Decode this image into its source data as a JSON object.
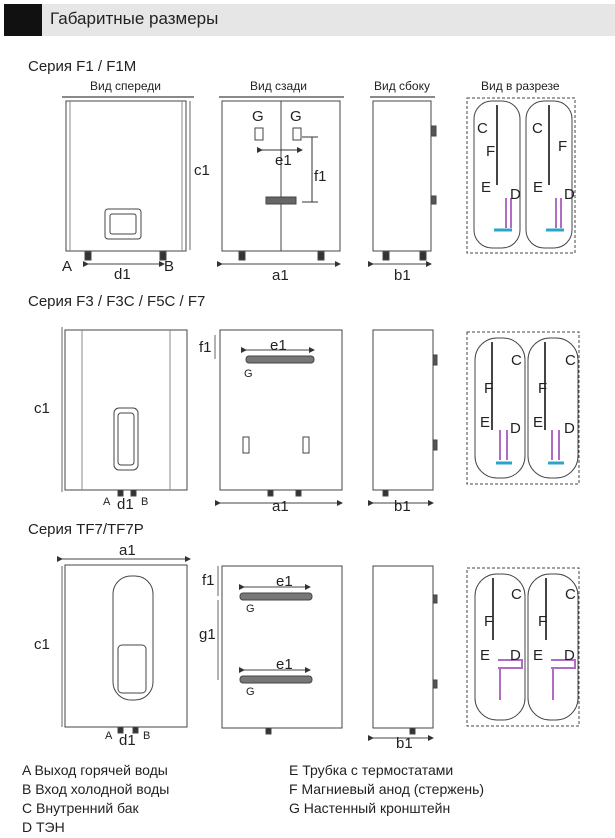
{
  "header": {
    "title": "Габаритные размеры"
  },
  "series": [
    {
      "name": "Серия F1 / F1M"
    },
    {
      "name": "Серия F3 / F3C / F5C / F7"
    },
    {
      "name": "Серия TF7/TF7P"
    }
  ],
  "view_labels": {
    "front": "Вид спереди",
    "back": "Вид сзади",
    "side": "Вид сбоку",
    "section": "Вид в разрезе"
  },
  "dims": {
    "a1": "a1",
    "b1": "b1",
    "c1": "c1",
    "d1": "d1",
    "e1": "e1",
    "f1": "f1",
    "g1": "g1",
    "A": "A",
    "B": "B",
    "C": "C",
    "D": "D",
    "E": "E",
    "F": "F",
    "G": "G"
  },
  "legend": {
    "A": "A Выход горячей воды",
    "B": "B Вход холодной воды",
    "C": "C Внутренний бак",
    "D": "D ТЭН",
    "E": "E Трубка с термостатами",
    "F": "F Магниевый анод (стержень)",
    "G": "G Настенный кронштейн"
  }
}
